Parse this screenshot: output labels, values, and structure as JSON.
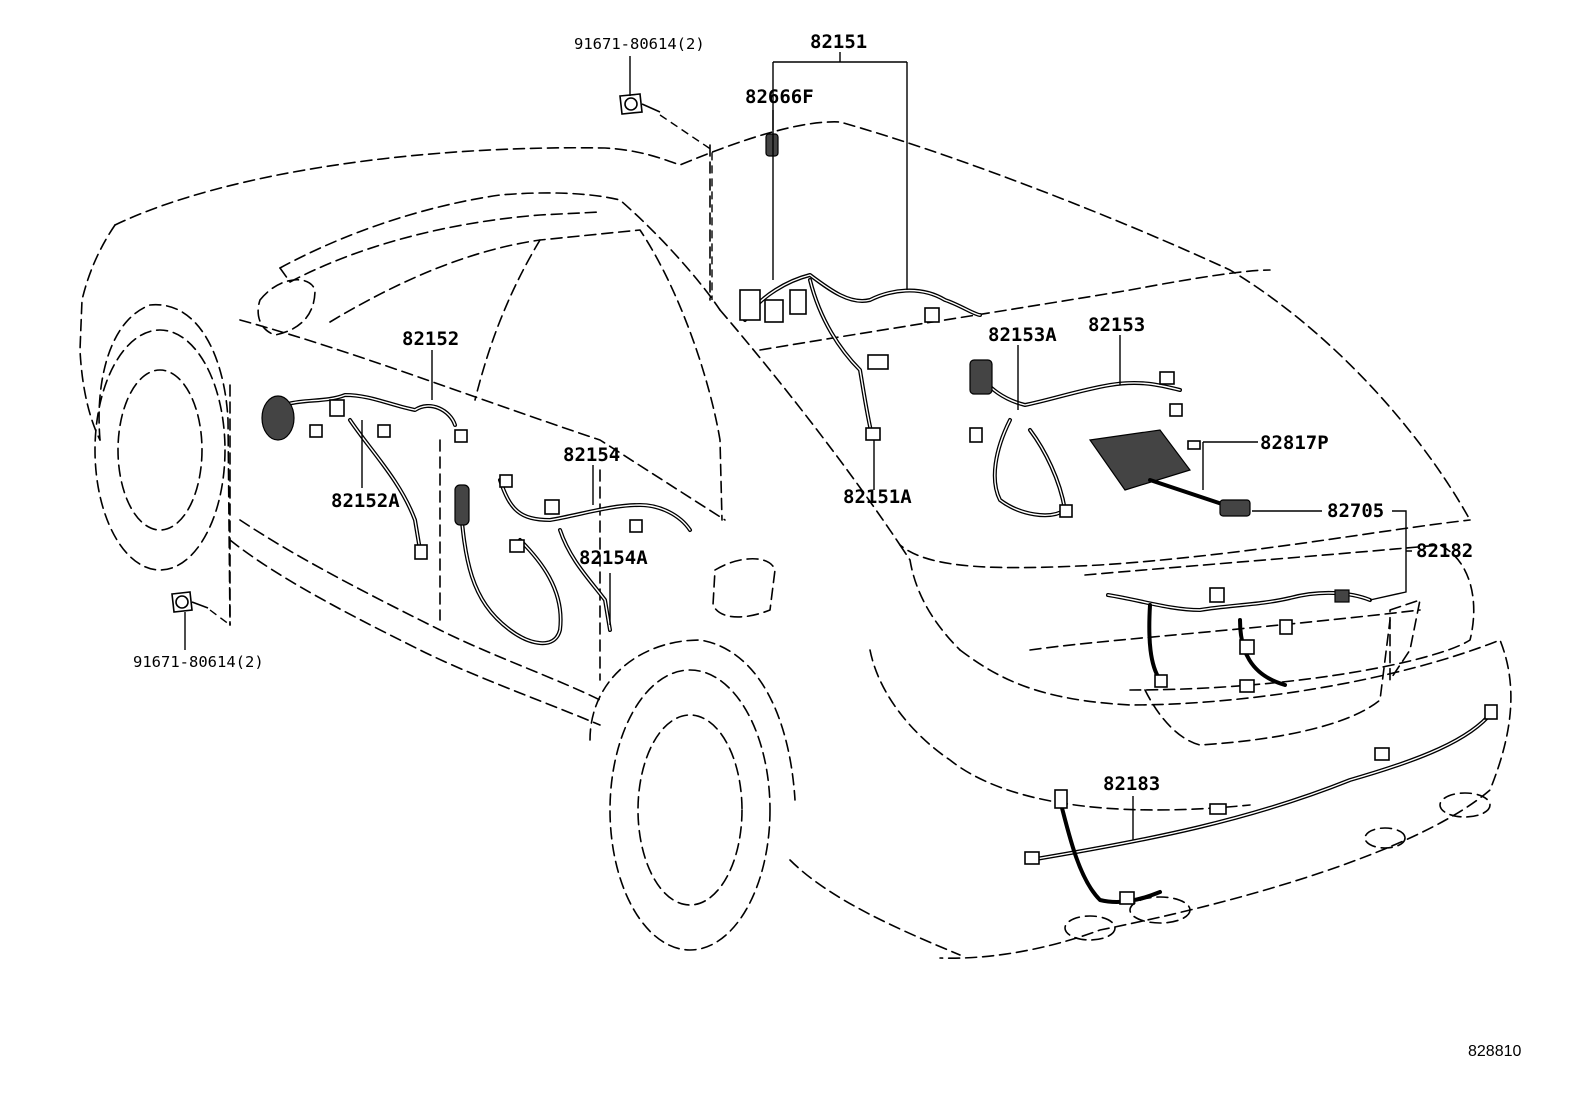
{
  "labels": {
    "p82151": "82151",
    "p82666F": "82666F",
    "p91671_top": "91671-80614(2)",
    "p91671_bottom": "91671-80614(2)",
    "p82152": "82152",
    "p82152A": "82152A",
    "p82154": "82154",
    "p82154A": "82154A",
    "p82151A": "82151A",
    "p82153A": "82153A",
    "p82153": "82153",
    "p82817P": "82817P",
    "p82705": "82705",
    "p82182": "82182",
    "p82183": "82183"
  },
  "figure_id": "828810"
}
